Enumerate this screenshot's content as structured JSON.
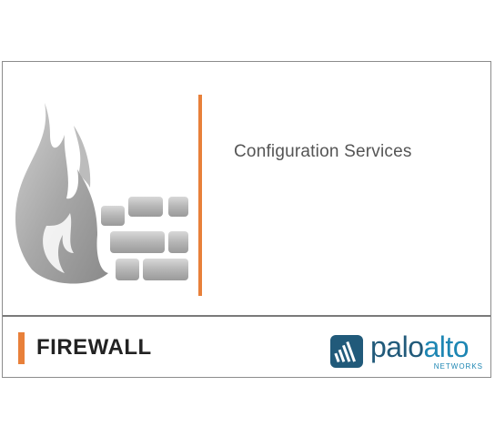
{
  "header": {
    "title": "Configuration Services"
  },
  "footer": {
    "label": "FIREWALL"
  },
  "brand": {
    "name_part1": "palo",
    "name_part2": "alto",
    "subtitle": "NETWORKS"
  },
  "icons": {
    "firewall": "firewall-flame-icon",
    "brand": "paloalto-badge-icon"
  },
  "colors": {
    "accent": "#e8803a",
    "brand_dark": "#215a7a",
    "brand_light": "#1d86b3",
    "text": "#555555"
  }
}
